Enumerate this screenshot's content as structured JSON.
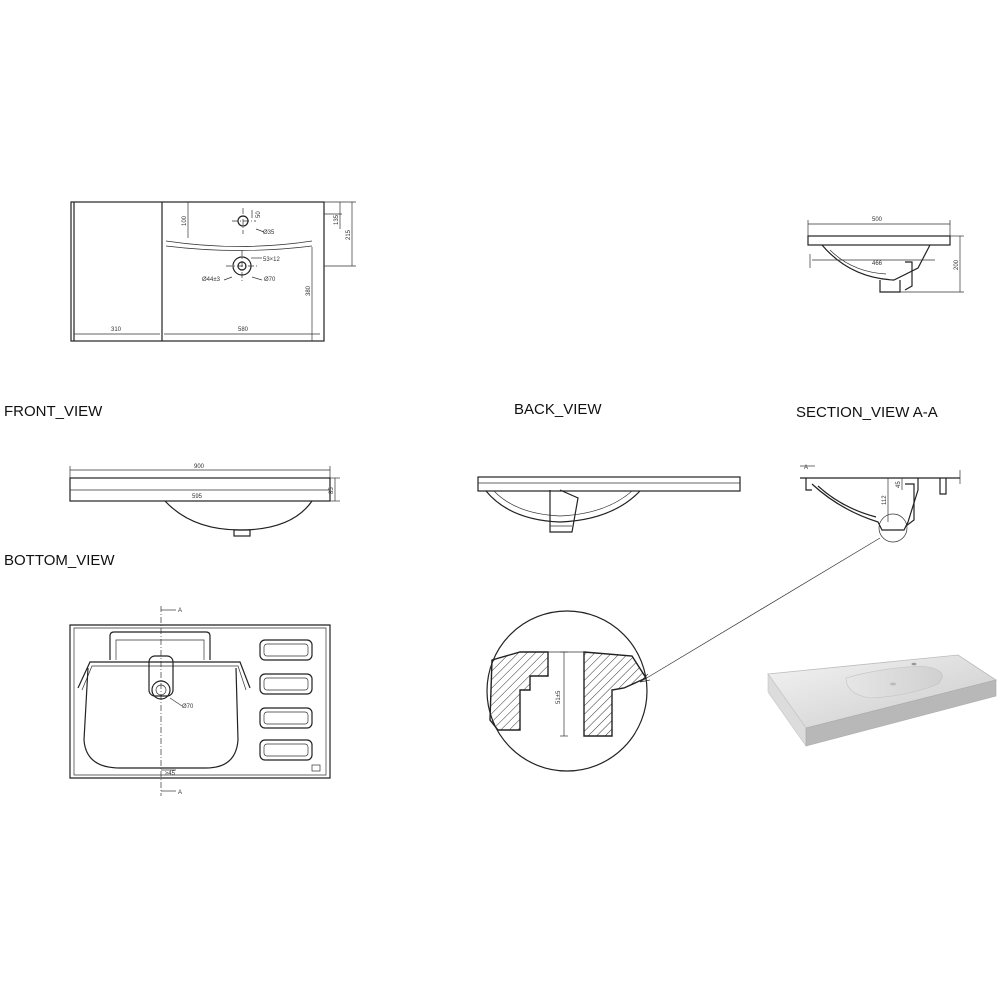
{
  "views": {
    "front": {
      "title": "FRONT_VIEW"
    },
    "back": {
      "title": "BACK_VIEW"
    },
    "section": {
      "title": "SECTION_VIEW  A-A"
    },
    "bottom": {
      "title": "BOTTOM_VIEW"
    }
  },
  "dimensions": {
    "top_width_left": "310",
    "top_width_right": "580",
    "top_hole_offset_y": "100",
    "top_hole_offset_x": "50",
    "top_hole_dia": "Ø35",
    "top_overflow": "53×12",
    "top_drain_dia_a": "Ø44±3",
    "top_drain_dia_b": "Ø70",
    "top_right_a": "135",
    "top_right_b": "215",
    "top_height": "380",
    "side_width": "500",
    "side_inner": "466",
    "side_height": "200",
    "front_width": "900",
    "front_inner": "595",
    "front_height": "85",
    "section_depth": "112",
    "section_small": "45",
    "detail_size": "51±5",
    "bottom_drain_dia": "Ø70",
    "bottom_drain_small": "≥45",
    "section_marker": "A"
  }
}
